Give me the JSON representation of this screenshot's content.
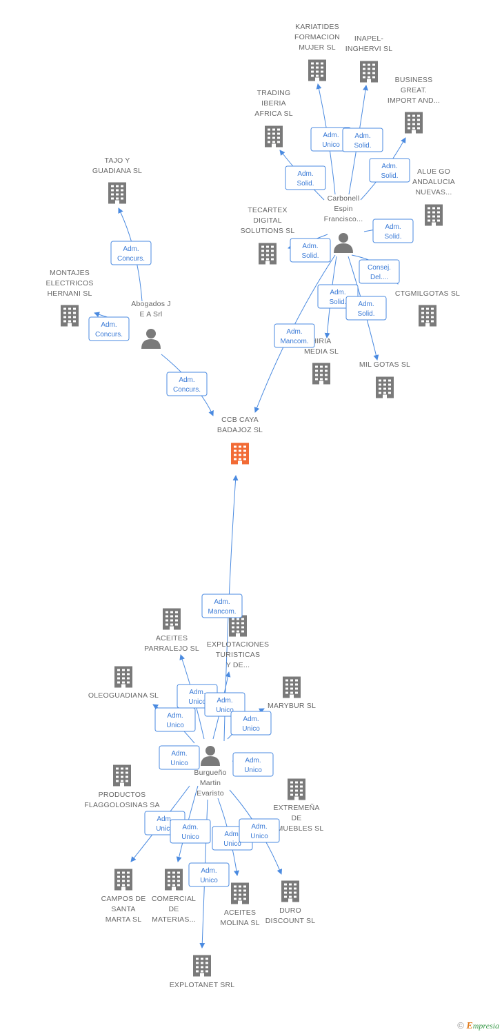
{
  "colors": {
    "building": "#7a7a7a",
    "focus": "#f26b35",
    "person": "#7a7a7a",
    "edge": "#4a8ae0",
    "label": "#666666"
  },
  "nodes": [
    {
      "id": "ccb",
      "type": "focus-company",
      "label": [
        "CCB CAYA",
        "BADAJOZ SL"
      ]
    },
    {
      "id": "abogados",
      "type": "person",
      "label": [
        "Abogados J",
        "E A Srl"
      ]
    },
    {
      "id": "carbonell",
      "type": "person",
      "label": [
        "Carbonell",
        "Espin",
        "Francisco..."
      ]
    },
    {
      "id": "burgueno",
      "type": "person",
      "label": [
        "Burgueño",
        "Martin",
        "Evaristo"
      ]
    },
    {
      "id": "tajo",
      "type": "company",
      "label": [
        "TAJO Y",
        "GUADIANA  SL"
      ]
    },
    {
      "id": "montajes",
      "type": "company",
      "label": [
        "MONTAJES",
        "ELECTRICOS",
        "HERNANI SL"
      ]
    },
    {
      "id": "kariatides",
      "type": "company",
      "label": [
        "KARIATIDES",
        "FORMACION",
        "MUJER SL"
      ]
    },
    {
      "id": "inapel",
      "type": "company",
      "label": [
        "INAPEL-",
        "INGHERVI SL"
      ]
    },
    {
      "id": "business",
      "type": "company",
      "label": [
        "BUSINESS",
        "GREAT.",
        "IMPORT AND..."
      ]
    },
    {
      "id": "trading",
      "type": "company",
      "label": [
        "TRADING",
        "IBERIA",
        "AFRICA SL"
      ]
    },
    {
      "id": "aluego",
      "type": "company",
      "label": [
        "ALUE GO",
        "ANDALUCIA",
        "NUEVAS..."
      ]
    },
    {
      "id": "tecartex",
      "type": "company",
      "label": [
        "TECARTEX",
        "DIGITAL",
        "SOLUTIONS SL"
      ]
    },
    {
      "id": "ctgmilgotas",
      "type": "company",
      "label": [
        "CTGMILGOTAS SL"
      ]
    },
    {
      "id": "hiria",
      "type": "company",
      "label": [
        "HIRIA",
        "MEDIA SL"
      ]
    },
    {
      "id": "milgotas",
      "type": "company",
      "label": [
        "MIL GOTAS SL"
      ]
    },
    {
      "id": "aceitesparralejo",
      "type": "company",
      "label": [
        "ACEITES",
        "PARRALEJO SL"
      ]
    },
    {
      "id": "explotaciones",
      "type": "company",
      "label": [
        "EXPLOTACIONES",
        "TURISTICAS",
        "Y DE..."
      ]
    },
    {
      "id": "oleoguadiana",
      "type": "company",
      "label": [
        "OLEOGUADIANA SL"
      ]
    },
    {
      "id": "marybur",
      "type": "company",
      "label": [
        "MARYBUR SL"
      ]
    },
    {
      "id": "productos",
      "type": "company",
      "label": [
        "PRODUCTOS",
        "FLAGGOLOSINAS SA"
      ]
    },
    {
      "id": "extremena",
      "type": "company",
      "label": [
        "EXTREMEÑA",
        "DE",
        "INMUEBLES SL"
      ]
    },
    {
      "id": "campos",
      "type": "company",
      "label": [
        "CAMPOS DE",
        "SANTA",
        "MARTA SL"
      ]
    },
    {
      "id": "comercial",
      "type": "company",
      "label": [
        "COMERCIAL",
        "DE",
        "MATERIAS..."
      ]
    },
    {
      "id": "aceitesmolina",
      "type": "company",
      "label": [
        "ACEITES",
        "MOLINA SL"
      ]
    },
    {
      "id": "duro",
      "type": "company",
      "label": [
        "DURO",
        "DISCOUNT SL"
      ]
    },
    {
      "id": "explotanet",
      "type": "company",
      "label": [
        "EXPLOTANET SRL"
      ]
    }
  ],
  "edges": [
    {
      "from": "abogados",
      "to": "tajo",
      "label": [
        "Adm.",
        "Concurs."
      ]
    },
    {
      "from": "abogados",
      "to": "montajes",
      "label": [
        "Adm.",
        "Concurs."
      ]
    },
    {
      "from": "abogados",
      "to": "ccb",
      "label": [
        "Adm.",
        "Concurs."
      ]
    },
    {
      "from": "carbonell",
      "to": "kariatides",
      "label": [
        "Adm.",
        "Unico"
      ]
    },
    {
      "from": "carbonell",
      "to": "inapel",
      "label": [
        "Adm.",
        "Solid."
      ]
    },
    {
      "from": "carbonell",
      "to": "business",
      "label": [
        "Adm.",
        "Solid."
      ]
    },
    {
      "from": "carbonell",
      "to": "trading",
      "label": [
        "Adm.",
        "Solid."
      ]
    },
    {
      "from": "carbonell",
      "to": "aluego",
      "label": [
        "Adm.",
        "Solid."
      ]
    },
    {
      "from": "carbonell",
      "to": "tecartex",
      "label": [
        "Adm.",
        "Solid."
      ]
    },
    {
      "from": "carbonell",
      "to": "ctgmilgotas",
      "label": [
        "Consej.",
        "Del...."
      ]
    },
    {
      "from": "carbonell",
      "to": "hiria",
      "label": [
        "Adm.",
        "Solid."
      ]
    },
    {
      "from": "carbonell",
      "to": "milgotas",
      "label": [
        "Adm.",
        "Solid."
      ]
    },
    {
      "from": "carbonell",
      "to": "ccb",
      "label": [
        "Adm.",
        "Mancom."
      ]
    },
    {
      "from": "burgueno",
      "to": "ccb",
      "label": [
        "Adm.",
        "Mancom."
      ]
    },
    {
      "from": "burgueno",
      "to": "aceitesparralejo",
      "label": [
        "Adm.",
        "Unico"
      ]
    },
    {
      "from": "burgueno",
      "to": "explotaciones",
      "label": [
        "Adm.",
        "Unico"
      ]
    },
    {
      "from": "burgueno",
      "to": "oleoguadiana",
      "label": [
        "Adm.",
        "Unico"
      ]
    },
    {
      "from": "burgueno",
      "to": "marybur",
      "label": [
        "Adm.",
        "Unico"
      ]
    },
    {
      "from": "burgueno",
      "to": "productos",
      "label": [
        "Adm.",
        "Unico"
      ]
    },
    {
      "from": "burgueno",
      "to": "extremena",
      "label": [
        "Adm.",
        "Unico"
      ]
    },
    {
      "from": "burgueno",
      "to": "campos",
      "label": [
        "Adm.",
        "Unico"
      ]
    },
    {
      "from": "burgueno",
      "to": "comercial",
      "label": [
        "Adm.",
        "Unico"
      ]
    },
    {
      "from": "burgueno",
      "to": "aceitesmolina",
      "label": [
        "Adm.",
        "Unico"
      ]
    },
    {
      "from": "burgueno",
      "to": "duro",
      "label": [
        "Adm.",
        "Unico"
      ]
    },
    {
      "from": "burgueno",
      "to": "explotanet",
      "label": [
        "Adm.",
        "Unico"
      ]
    }
  ],
  "footer": {
    "copyright": "©",
    "brand_initial": "E",
    "brand_rest": "mpresia"
  }
}
